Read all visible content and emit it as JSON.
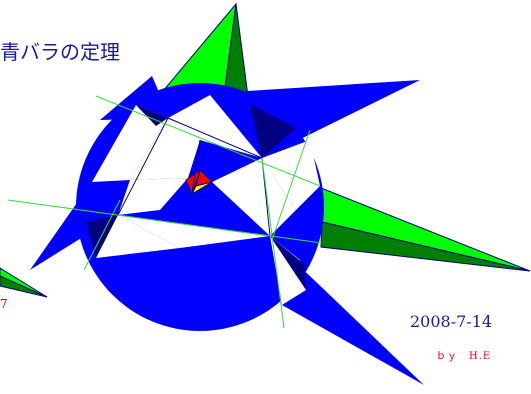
{
  "title": "青バラの定理",
  "date": "2008-7-14",
  "author": "ｂｙ　H.E",
  "edge_mark": "7",
  "colors": {
    "blue": "#0000ff",
    "navy": "#000080",
    "green": "#007f00",
    "lime": "#00ff00",
    "red": "#ff0000",
    "yellow": "#ffff00",
    "line_green": "#33dd33",
    "text_blue": "#1a1aa0",
    "text_red": "#e00000"
  }
}
